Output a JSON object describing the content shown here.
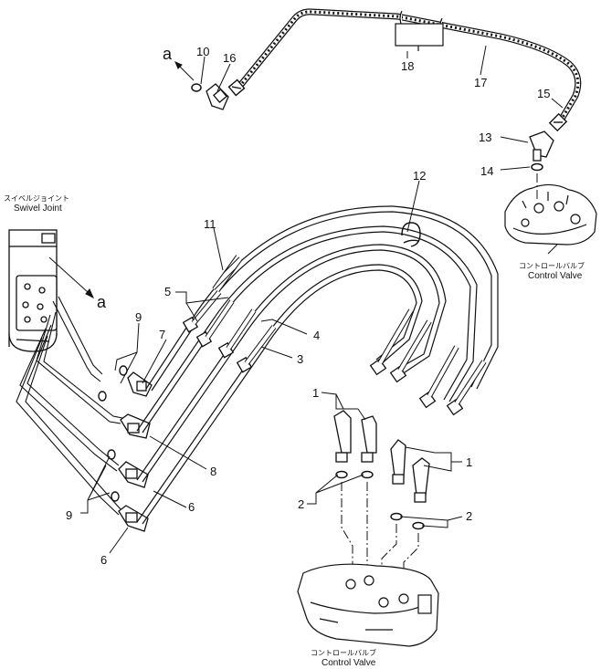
{
  "labels": {
    "swivel_jp": "スイベルジョイント",
    "swivel_en": "Swivel Joint",
    "cv_top_jp": "コントロールバルブ",
    "cv_top_en": "Control Valve",
    "cv_bottom_jp": "コントロールバルブ",
    "cv_bottom_en": "Control Valve",
    "ref_a_top": "a",
    "ref_a_left": "a"
  },
  "callouts": {
    "n10": "10",
    "n16": "16",
    "n18": "18",
    "n17": "17",
    "n15": "15",
    "n13": "13",
    "n14": "14",
    "n12": "12",
    "n11": "11",
    "n5": "5",
    "n9a": "9",
    "n7": "7",
    "n4": "4",
    "n3": "3",
    "n1a": "1",
    "n8": "8",
    "n1b": "1",
    "n2a": "2",
    "n2b": "2",
    "n9b": "9",
    "n6a": "6",
    "n6b": "6"
  }
}
